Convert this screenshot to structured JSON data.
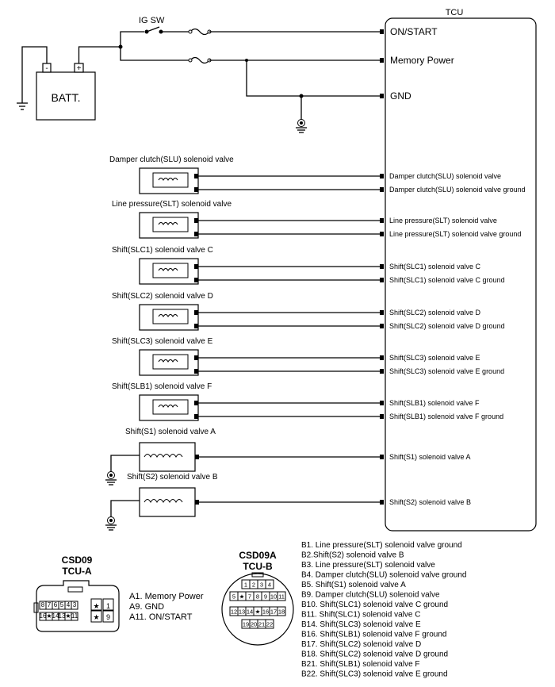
{
  "tcu_title": "TCU",
  "ig_sw": "IG SW",
  "battery": {
    "label": "BATT.",
    "minus": "-",
    "plus": "+"
  },
  "power_pins": [
    "ON/START",
    "Memory Power",
    "GND"
  ],
  "valves": [
    {
      "name": "Damper clutch(SLU) solenoid valve",
      "pins": [
        "Damper clutch(SLU) solenoid valve",
        "Damper clutch(SLU) solenoid valve ground"
      ]
    },
    {
      "name": "Line pressure(SLT) solenoid valve",
      "pins": [
        "Line pressure(SLT) solenoid valve",
        "Line pressure(SLT) solenoid valve ground"
      ]
    },
    {
      "name": "Shift(SLC1) solenoid valve C",
      "pins": [
        "Shift(SLC1) solenoid valve C",
        "Shift(SLC1) solenoid valve C ground"
      ]
    },
    {
      "name": "Shift(SLC2) solenoid valve D",
      "pins": [
        "Shift(SLC2) solenoid valve D",
        "Shift(SLC2) solenoid valve D ground"
      ]
    },
    {
      "name": "Shift(SLC3) solenoid valve E",
      "pins": [
        "Shift(SLC3) solenoid valve E",
        "Shift(SLC3) solenoid valve E ground"
      ]
    },
    {
      "name": "Shift(SLB1) solenoid valve F",
      "pins": [
        "Shift(SLB1) solenoid valve F",
        "Shift(SLB1) solenoid valve F ground"
      ]
    },
    {
      "name": "Shift(S1) solenoid valve A",
      "pins": [
        "Shift(S1) solenoid valve A"
      ]
    },
    {
      "name": "Shift(S2) solenoid valve B",
      "pins": [
        "Shift(S2) solenoid valve B"
      ]
    }
  ],
  "connector_a": {
    "title1": "CSD09",
    "title2": "TCU-A",
    "row1": [
      "8",
      "7",
      "6",
      "5",
      "4",
      "3",
      "★",
      "1"
    ],
    "row2": [
      "16",
      "★",
      "14",
      "13",
      "★",
      "11",
      "★",
      "9"
    ],
    "legend": [
      "A1. Memory Power",
      "A9. GND",
      "A11. ON/START"
    ]
  },
  "connector_b": {
    "title1": "CSD09A",
    "title2": "TCU-B",
    "row1": [
      "1",
      "2",
      "3",
      "4"
    ],
    "row2": [
      "5",
      "★",
      "7",
      "8",
      "9",
      "10",
      "11"
    ],
    "row3": [
      "12",
      "13",
      "14",
      "★",
      "16",
      "17",
      "18"
    ],
    "row4": [
      "19",
      "20",
      "21",
      "22"
    ],
    "legend": [
      "B1. Line pressure(SLT) solenoid valve ground",
      "B2.Shift(S2) solenoid valve B",
      "B3. Line pressure(SLT) solenoid valve",
      "B4. Damper clutch(SLU) solenoid valve ground",
      "B5. Shift(S1) solenoid valve A",
      "B9. Damper clutch(SLU) solenoid valve",
      "B10. Shift(SLC1) solenoid valve C ground",
      "B11. Shift(SLC1) solenoid valve C",
      "B14. Shift(SLC3) solenoid valve E",
      "B16. Shift(SLB1) solenoid valve F ground",
      "B17. Shift(SLC2) solenoid valve D",
      "B18. Shift(SLC2) solenoid valve D ground",
      "B21. Shift(SLB1) solenoid valve F",
      "B22. Shift(SLC3) solenoid valve E ground"
    ]
  }
}
